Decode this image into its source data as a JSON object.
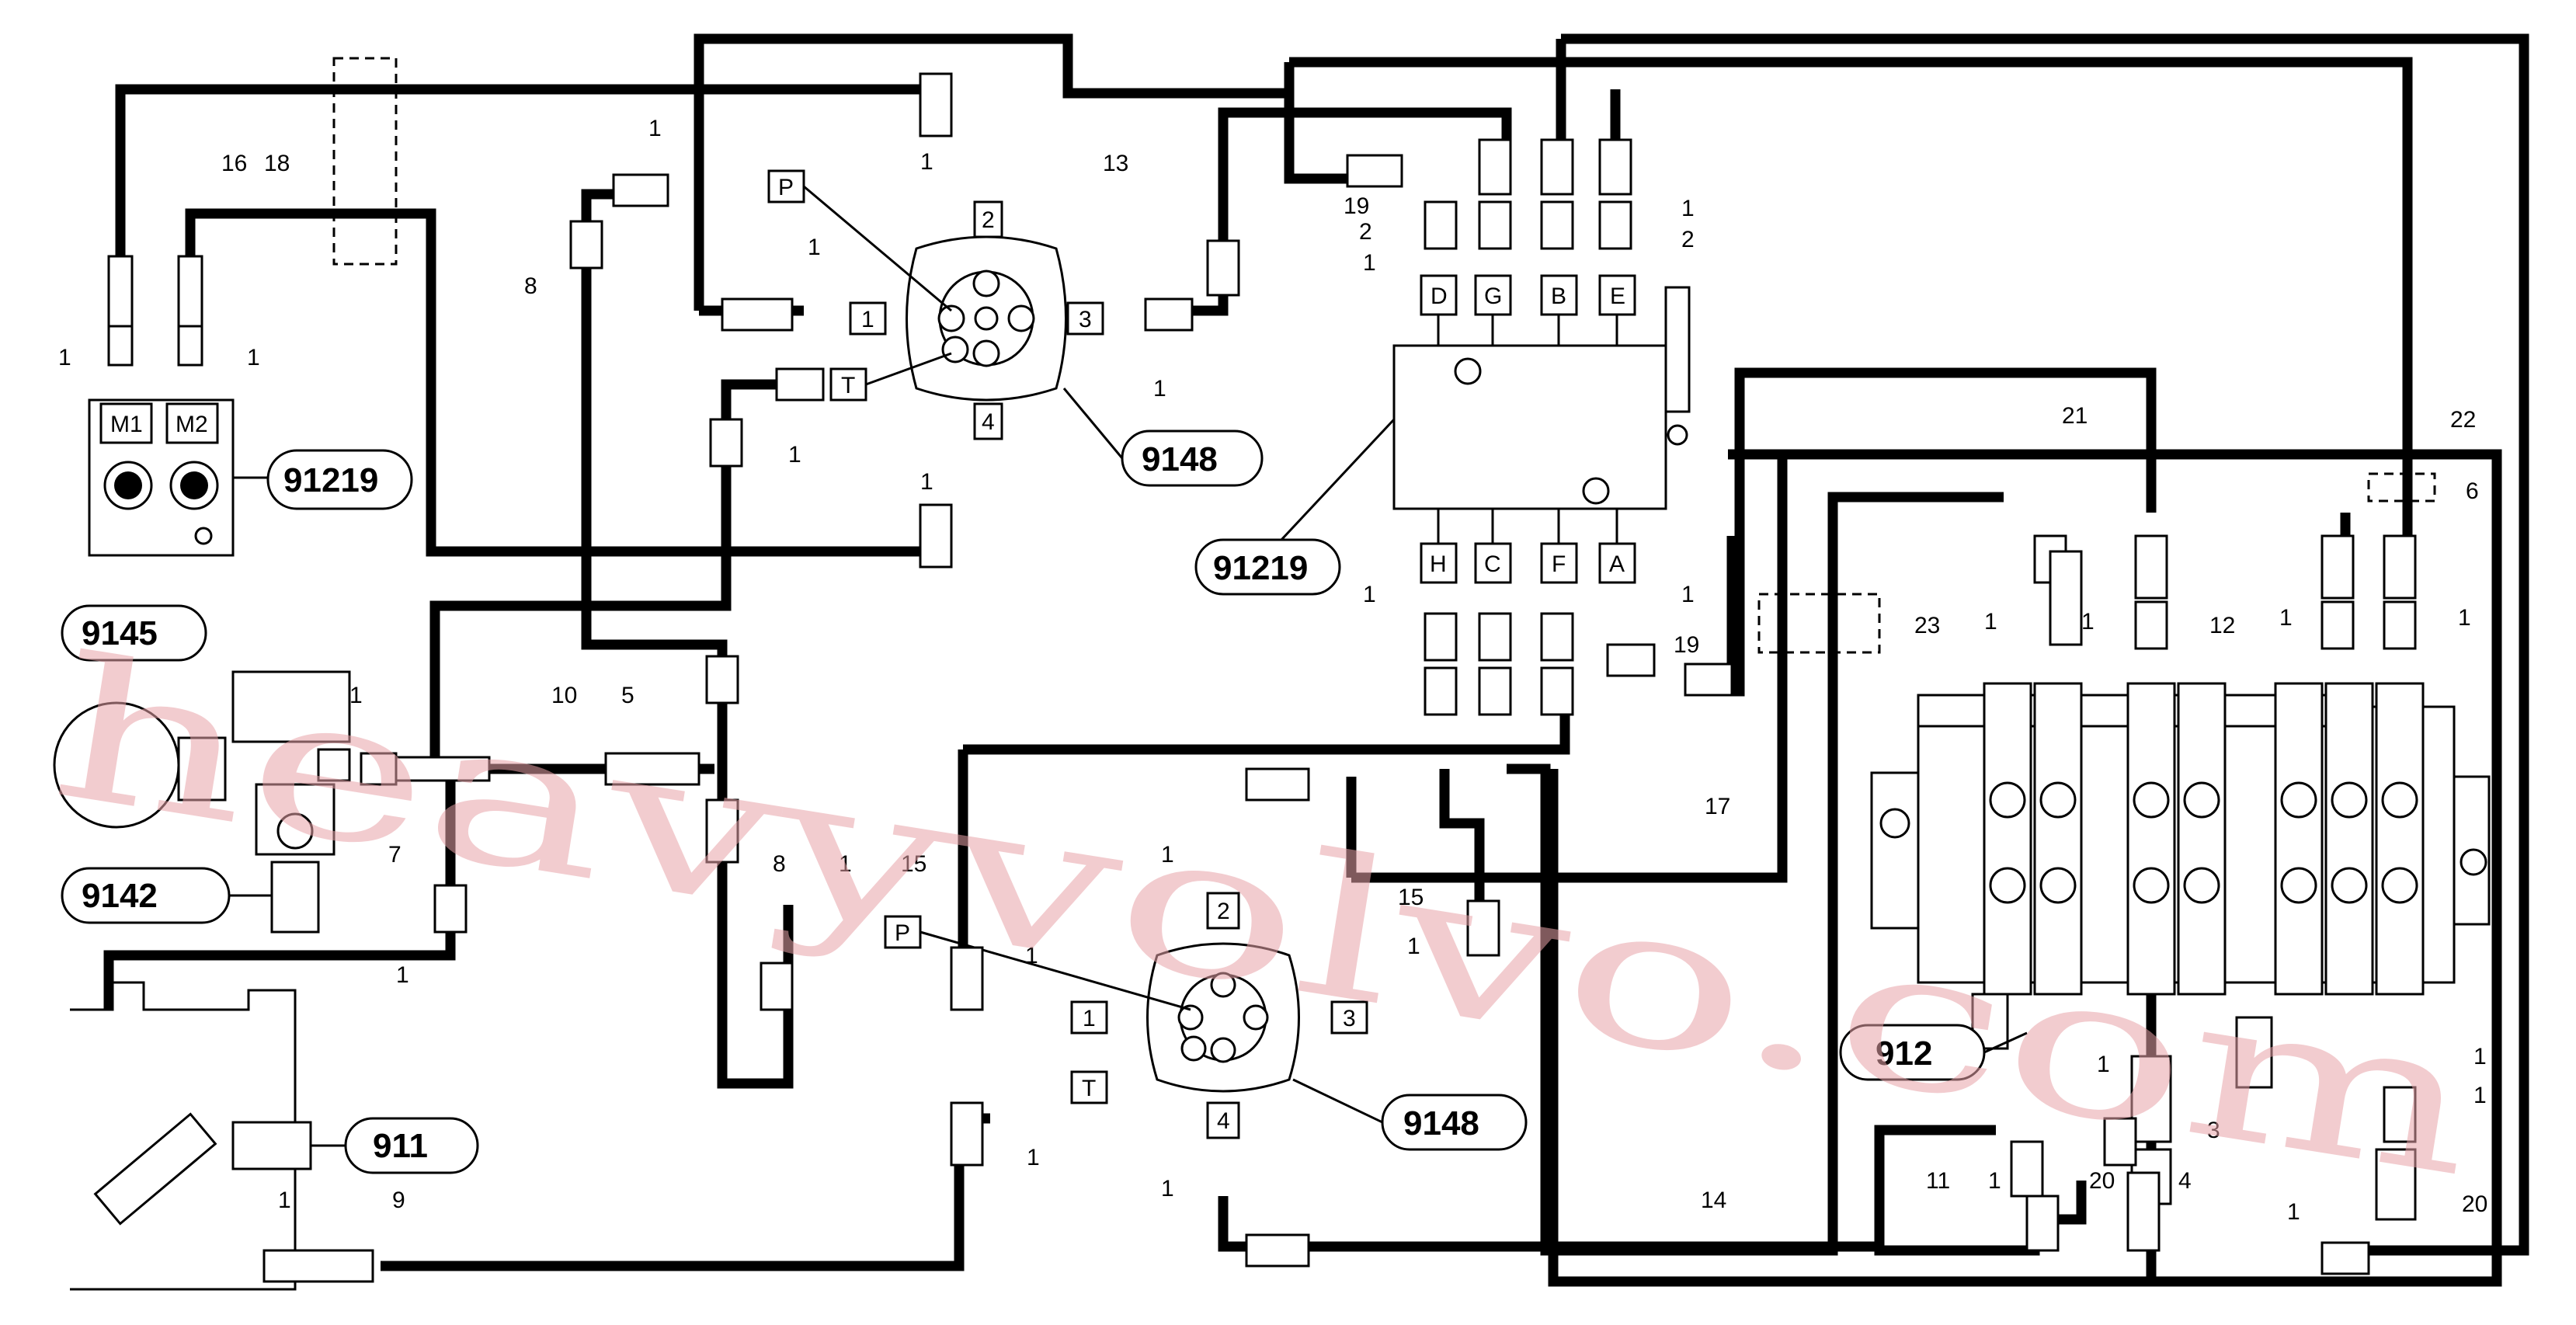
{
  "components": {
    "dual_gauge_block": "91219",
    "proportional_valve": "91219",
    "pilot_joystick_upper": "9148",
    "pilot_joystick_lower": "9148",
    "accumulator": "9145",
    "pressure_reducer": "9142",
    "tank": "911",
    "control_valve": "912"
  },
  "port_labels": {
    "m1": "M1",
    "m2": "M2",
    "p": "P",
    "t": "T",
    "j1": "1",
    "j2": "2",
    "j3": "3",
    "j4": "4",
    "d": "D",
    "g": "G",
    "b": "B",
    "e": "E",
    "h": "H",
    "c": "C",
    "f": "F",
    "a": "A",
    "supply_a": "A"
  },
  "callouts": {
    "n1": "1",
    "n2": "2",
    "n3": "3",
    "n4": "4",
    "n5": "5",
    "n6": "6",
    "n7": "7",
    "n8": "8",
    "n9": "9",
    "n10": "10",
    "n11": "11",
    "n12": "12",
    "n13": "13",
    "n14": "14",
    "n15": "15",
    "n16": "16",
    "n17": "17",
    "n18": "18",
    "n19": "19",
    "n20": "20",
    "n21": "21",
    "n22": "22",
    "n23": "23"
  },
  "watermark": "heavyvolvo.com"
}
